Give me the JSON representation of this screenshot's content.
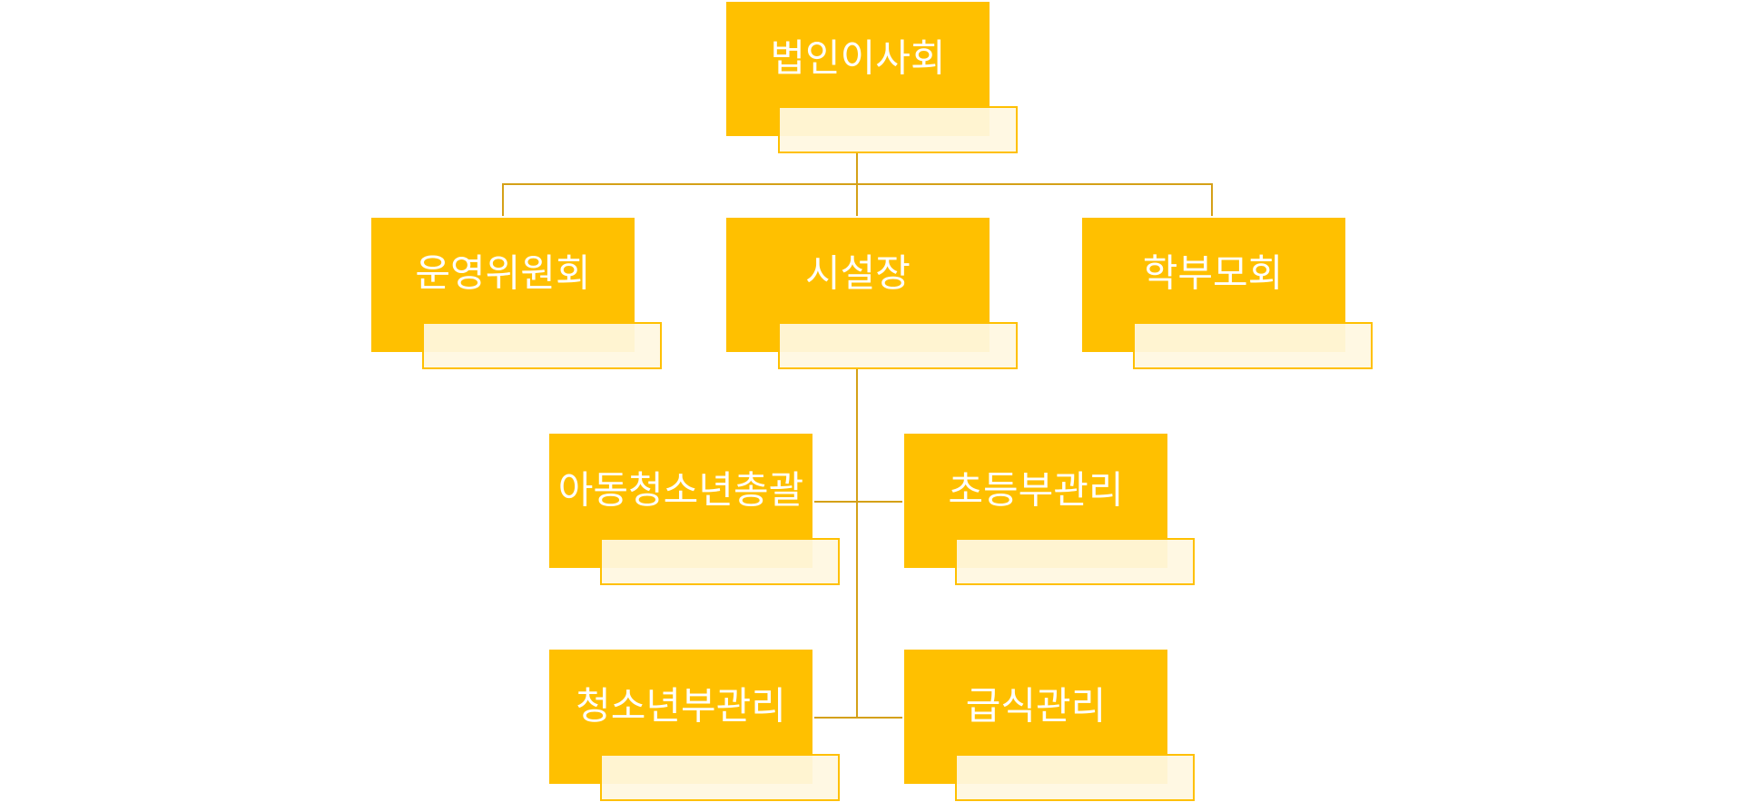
{
  "org_chart": {
    "root": {
      "label": "법인이사회",
      "subtitle": ""
    },
    "level1": [
      {
        "label": "운영위원회",
        "subtitle": ""
      },
      {
        "label": "시설장",
        "subtitle": ""
      },
      {
        "label": "학부모회",
        "subtitle": ""
      }
    ],
    "level2": [
      {
        "label": "아동청소년총괄",
        "subtitle": ""
      },
      {
        "label": "초등부관리",
        "subtitle": ""
      },
      {
        "label": "청소년부관리",
        "subtitle": ""
      },
      {
        "label": "급식관리",
        "subtitle": ""
      }
    ]
  },
  "colors": {
    "box_fill": "#ffc000",
    "subtitle_fill": "#fff8e1",
    "connector": "#d4a017",
    "label_text": "#ffffff"
  }
}
